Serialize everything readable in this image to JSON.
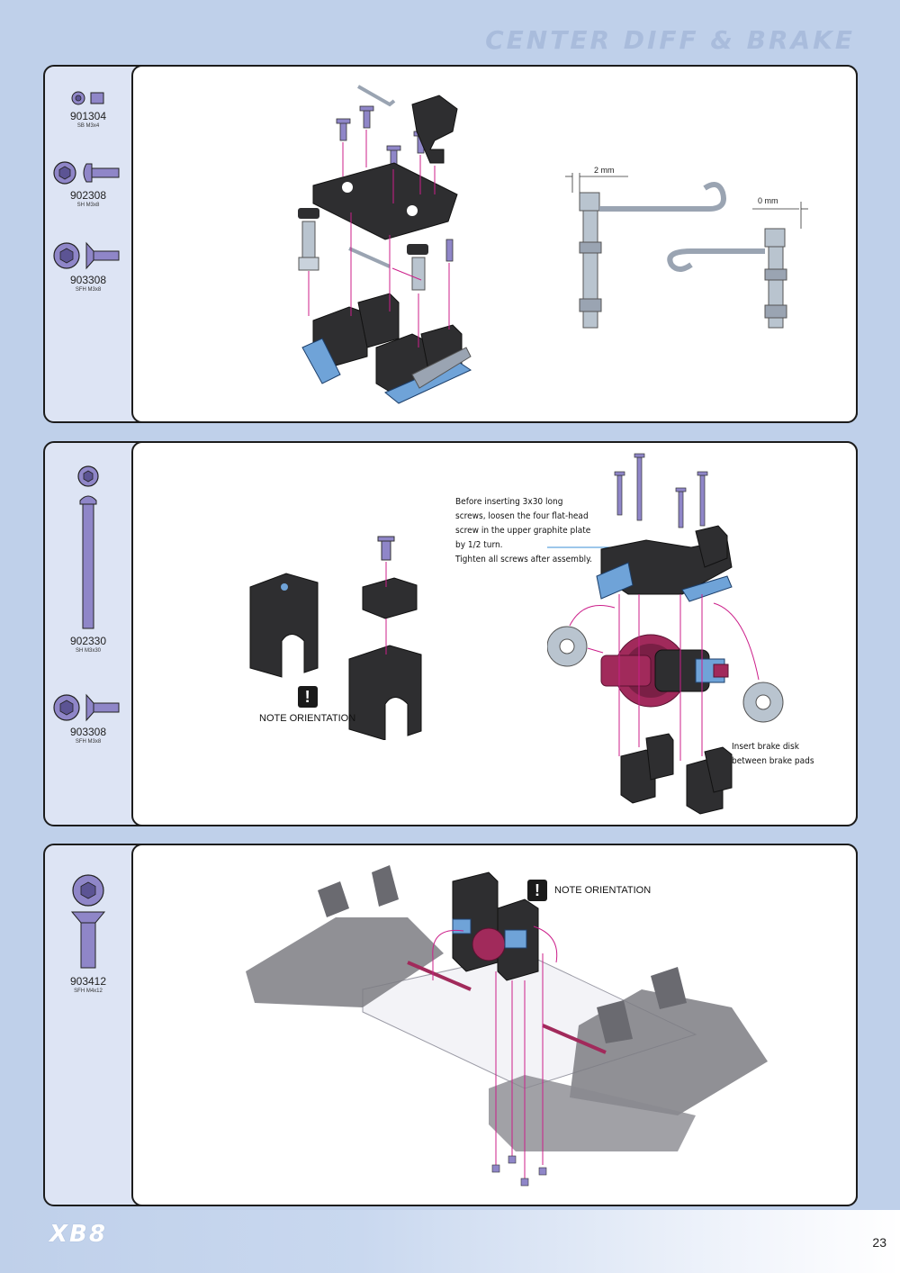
{
  "header": {
    "title": "CENTER DIFF & BRAKE"
  },
  "steps": [
    {
      "parts": [
        {
          "code": "901304",
          "spec": "SB M3x4",
          "icon": "set-screw-icon"
        },
        {
          "code": "902308",
          "spec": "SH M3x8",
          "icon": "button-head-screw-icon"
        },
        {
          "code": "903308",
          "spec": "SFH M3x8",
          "icon": "flat-head-screw-icon"
        }
      ],
      "dimensions": {
        "left": "2 mm",
        "right": "0 mm"
      }
    },
    {
      "parts": [
        {
          "code": "902330",
          "spec": "SH M3x30",
          "icon": "long-screw-icon"
        },
        {
          "code": "903308",
          "spec": "SFH M3x8",
          "icon": "flat-head-screw-icon"
        }
      ],
      "note": "Before inserting 3x30 long screws, loosen the four flat-head screw in the upper graphite plate by 1/2 turn. Tighten all screws after assembly.",
      "note_lines": [
        "Before inserting 3x30 long",
        "screws, loosen the four flat-head",
        "screw in the upper graphite plate",
        "by 1/2 turn.",
        "Tighten all screws after assembly."
      ],
      "warning": "NOTE ORIENTATION",
      "brake_note_lines": [
        "Insert brake disk",
        "between brake pads"
      ]
    },
    {
      "parts": [
        {
          "code": "903412",
          "spec": "SFH M4x12",
          "icon": "flat-head-screw-icon"
        }
      ],
      "warning": "NOTE ORIENTATION"
    }
  ],
  "footer": {
    "logo": "XB8",
    "page_number": "23"
  },
  "colors": {
    "accent": "#cc1f8a",
    "part": "#8f86c8",
    "background": "#bfd0ea"
  }
}
